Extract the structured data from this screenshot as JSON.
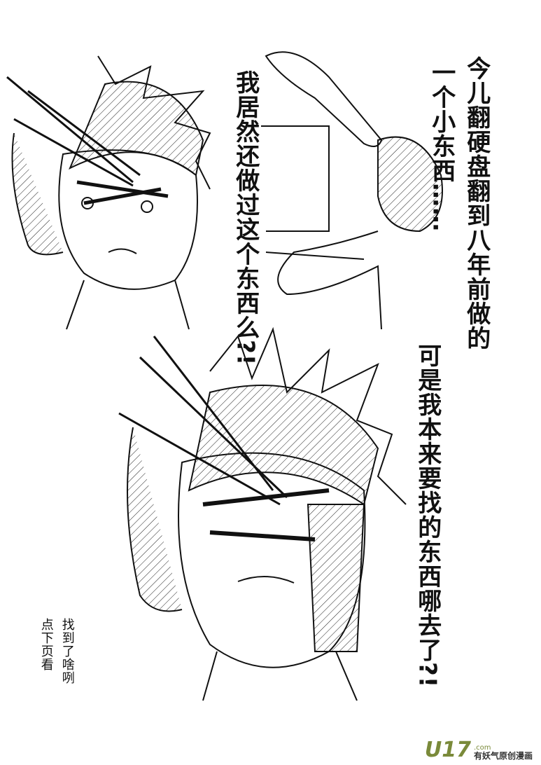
{
  "captions": {
    "panel1_line1": "今儿翻硬盘翻到八年前做的",
    "panel1_line2": "一个小东西……",
    "panel2": "我居然还做过这个东西么?!",
    "panel3": "可是我本来要找的东西哪去了?!",
    "footer_line1": "找到了啥咧",
    "footer_line2": "点下页看"
  },
  "watermark": {
    "logo": "U17",
    "domain": ".com",
    "slogan": "有妖气原创漫画"
  }
}
